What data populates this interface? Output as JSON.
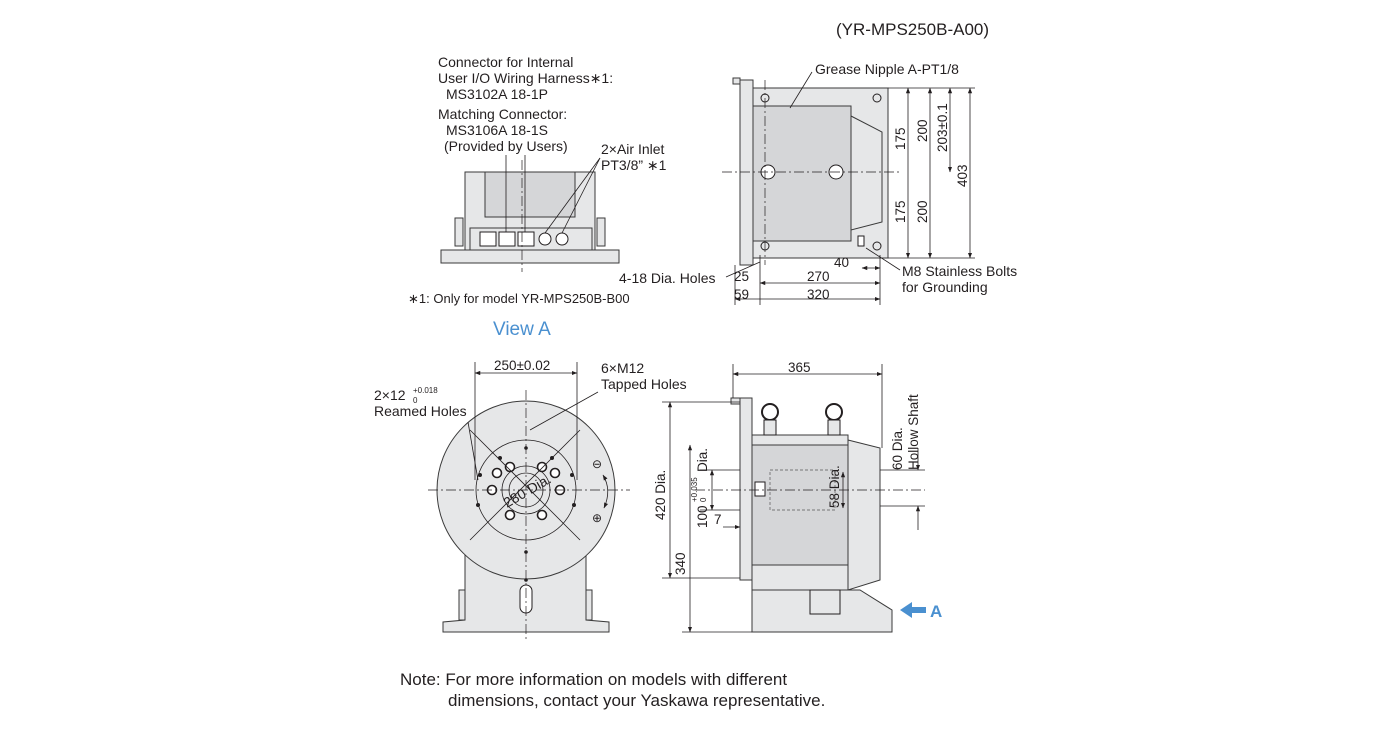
{
  "model_label": "(YR-MPS250B-A00)",
  "connector_callout": {
    "line1": "Connector for Internal",
    "line2": "User I/O Wiring Harness∗1:",
    "line3": "MS3102A 18-1P",
    "line4": "Matching Connector:",
    "line5": "MS3106A 18-1S",
    "line6": "(Provided by Users)"
  },
  "air_inlet": {
    "line1": "2×Air Inlet",
    "line2": "PT3/8” ∗1"
  },
  "footnote": "∗1: Only for model YR-MPS250B-B00",
  "view_a_title": "View A",
  "side_view": {
    "grease_nipple": "Grease Nipple A-PT1/8",
    "holes": "4-18 Dia. Holes",
    "bolts_line1": "M8 Stainless Bolts",
    "bolts_line2": "for Grounding",
    "dims": {
      "d175a": "175",
      "d200a": "200",
      "d203": "203±0.1",
      "d403": "403",
      "d175b": "175",
      "d200b": "200",
      "d40": "40",
      "d25": "25",
      "d270": "270",
      "d59": "59",
      "d320": "320"
    }
  },
  "front_view": {
    "d250": "250±0.02",
    "tapped_line1": "6×M12",
    "tapped_line2": "Tapped Holes",
    "reamed_main": "2×12",
    "reamed_upper": "+0.018",
    "reamed_lower": "0",
    "reamed_line2": "Reamed Holes",
    "dia280": "280 Dia.",
    "minus": "⊖",
    "plus": "⊕"
  },
  "profile_view": {
    "d365": "365",
    "hollow_line1": "60 Dia.",
    "hollow_line2": "Hollow Shaft",
    "d420": "420 Dia.",
    "d100_main": "100",
    "d100_upper": "+0.035",
    "d100_lower": "0",
    "d100_suffix": "Dia.",
    "d7": "7",
    "d58": "58 Dia.",
    "d340": "340",
    "arrow_label": "A"
  },
  "note": {
    "line1": "Note: For more information on models with different",
    "line2": "dimensions, contact your Yaskawa representative."
  },
  "colors": {
    "accent_blue": "#4a90d0",
    "part_fill": "#e6e7e8"
  }
}
